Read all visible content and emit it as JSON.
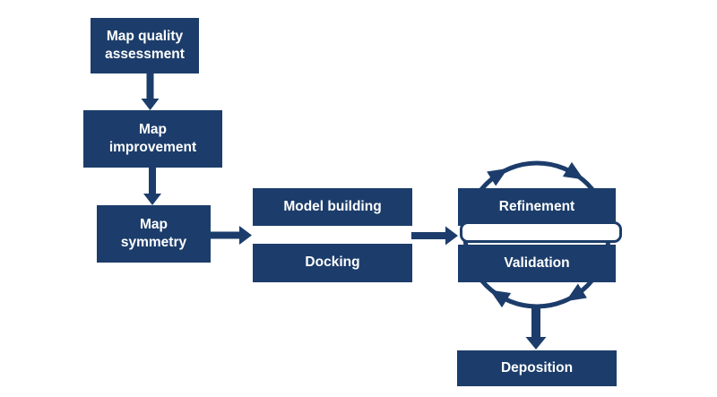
{
  "colors": {
    "accent": "#1c3d6b",
    "background": "#ffffff",
    "label_text": "#ffffff"
  },
  "nodes": {
    "map_quality": {
      "label": [
        "Map quality",
        "assessment"
      ]
    },
    "map_improvement": {
      "label": [
        "Map",
        "improvement"
      ]
    },
    "map_symmetry": {
      "label": [
        "Map",
        "symmetry"
      ]
    },
    "model_building": {
      "label": "Model building"
    },
    "docking": {
      "label": "Docking"
    },
    "refinement": {
      "label": "Refinement"
    },
    "validation": {
      "label": "Validation"
    },
    "deposition": {
      "label": "Deposition"
    }
  },
  "connectors": [
    {
      "from": "Map quality assessment",
      "to": "Map improvement",
      "type": "block-arrow-down"
    },
    {
      "from": "Map improvement",
      "to": "Map symmetry",
      "type": "block-arrow-down"
    },
    {
      "from": "Map symmetry",
      "to": "Model building / Docking",
      "type": "block-arrow-right"
    },
    {
      "from": "Model building / Docking",
      "to": "Refinement / Validation",
      "type": "block-arrow-right"
    },
    {
      "between": "Refinement",
      "and": "Validation",
      "type": "clockwise-cycle-circle"
    },
    {
      "from": "Refinement / Validation",
      "to": "Deposition",
      "type": "block-arrow-down"
    }
  ]
}
